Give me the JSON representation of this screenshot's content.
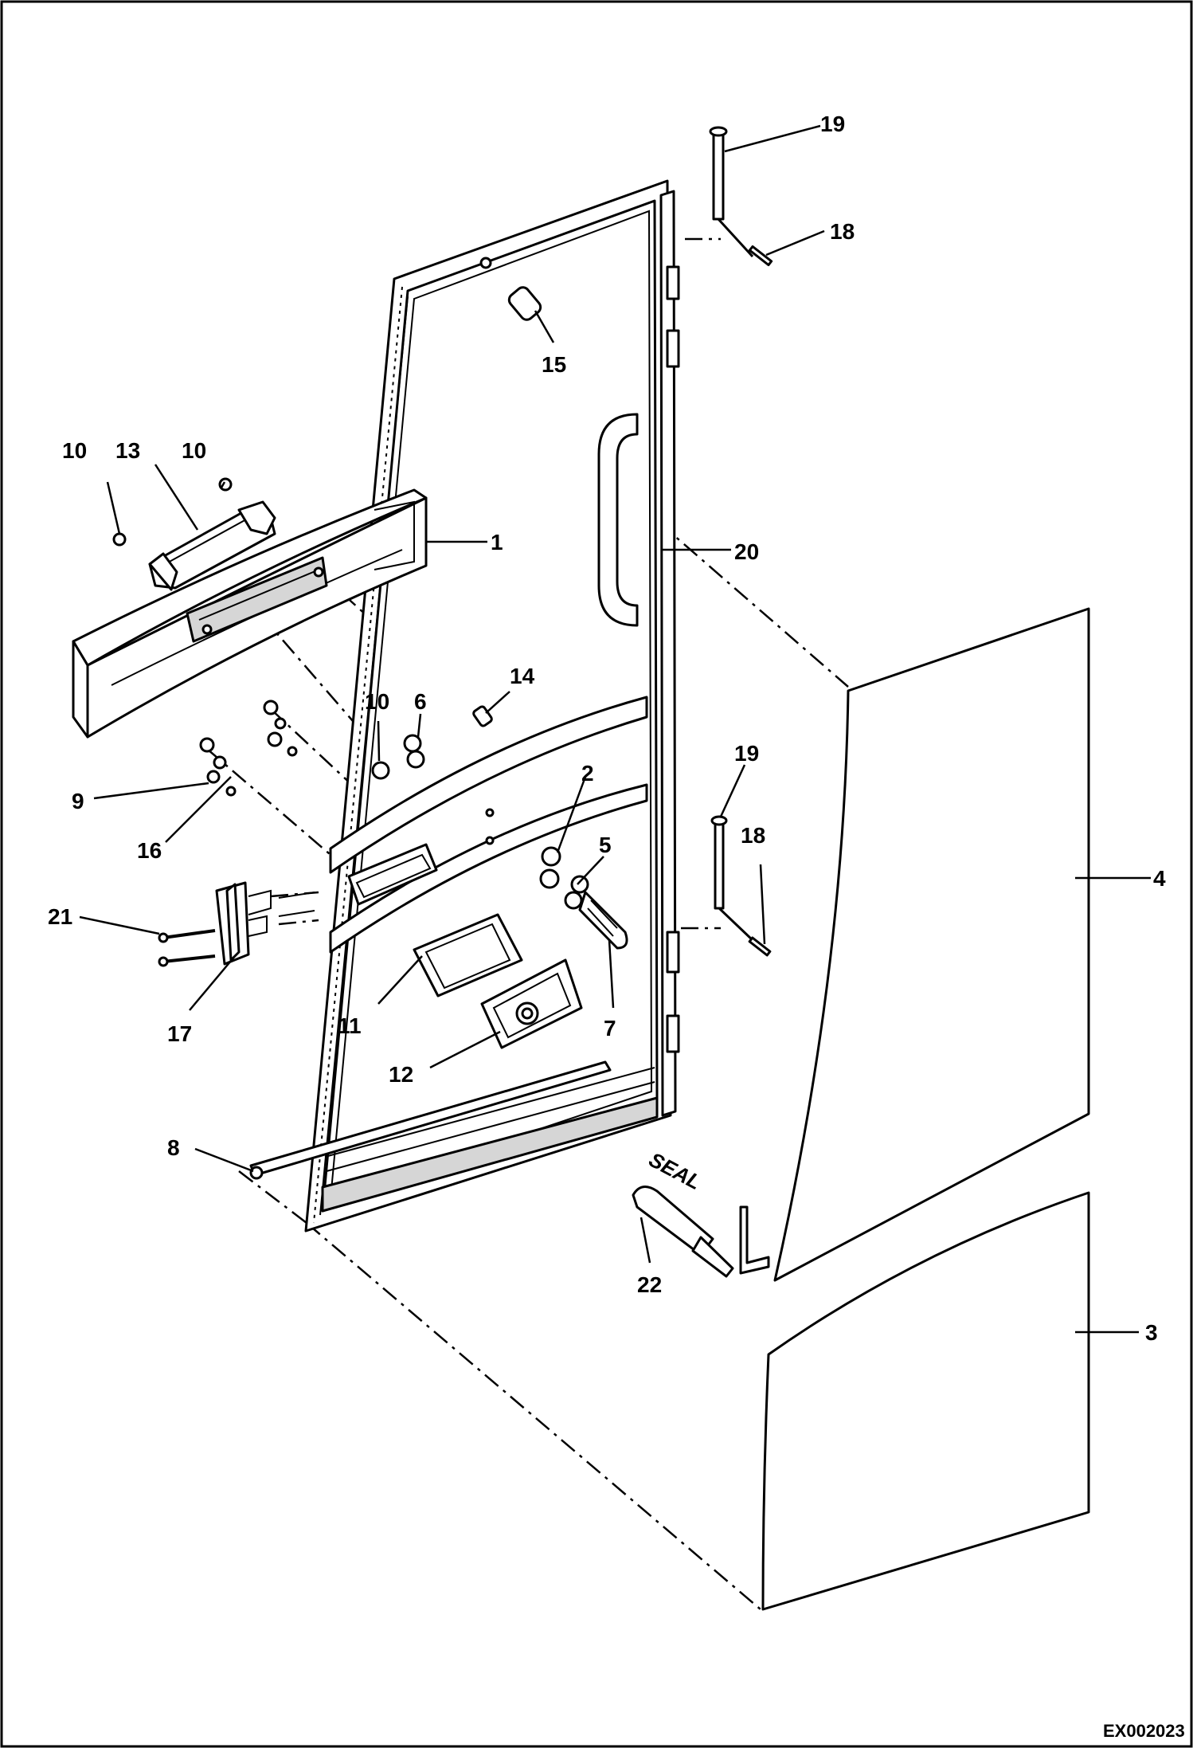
{
  "diagram": {
    "drawing_id": "EX002023",
    "seal_text": "SEAL",
    "callouts": {
      "c1": "1",
      "c2": "2",
      "c3": "3",
      "c4": "4",
      "c5": "5",
      "c6": "6",
      "c7": "7",
      "c8": "8",
      "c9": "9",
      "c10a": "10",
      "c10b": "10",
      "c10c": "10",
      "c11": "11",
      "c12": "12",
      "c13": "13",
      "c14": "14",
      "c15": "15",
      "c16": "16",
      "c17": "17",
      "c18a": "18",
      "c18b": "18",
      "c19a": "19",
      "c19b": "19",
      "c20": "20",
      "c21": "21",
      "c22": "22"
    }
  }
}
